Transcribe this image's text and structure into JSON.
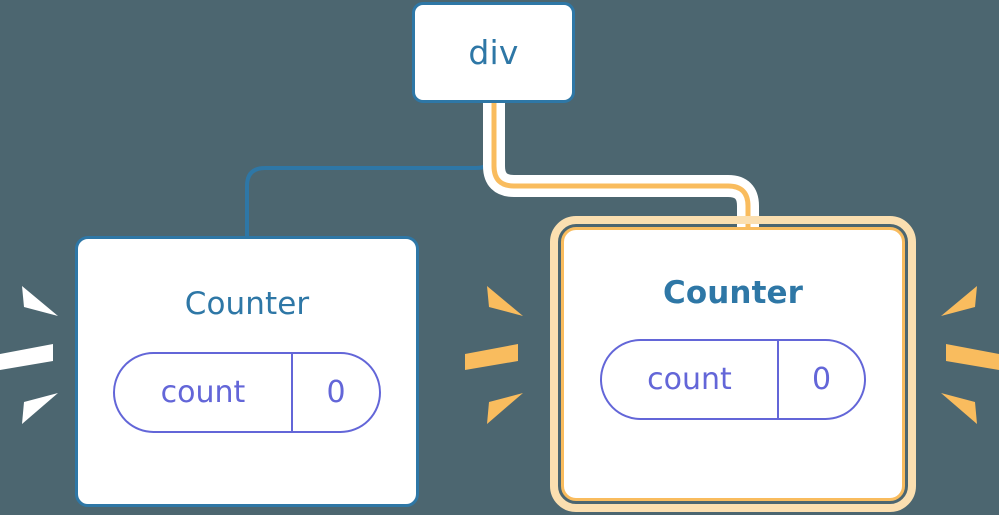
{
  "diagram": {
    "title": "react component tree re-render highlight",
    "background_color": "#4c6670",
    "nodes": [
      {
        "id": "div",
        "label": "div",
        "type": "element",
        "highlighted": false,
        "border_color": "#2e77a6",
        "text_color": "#2e77a6"
      },
      {
        "id": "counter-left",
        "label": "Counter",
        "type": "component",
        "highlighted": false,
        "border_color": "#2e77a6",
        "text_color": "#2e77a6",
        "state": {
          "key": "count",
          "value": "0",
          "color": "#6366d8"
        }
      },
      {
        "id": "counter-right",
        "label": "Counter",
        "type": "component",
        "highlighted": true,
        "border_color": "#f9bc5e",
        "halo_color": "#fbdfb0",
        "text_color": "#2e77a6",
        "state": {
          "key": "count",
          "value": "0",
          "color": "#6366d8"
        }
      }
    ],
    "edges": [
      {
        "id": "edge-div-to-counter-left",
        "from": "div",
        "to": "counter-left",
        "color": "#2e77a6",
        "active": false
      },
      {
        "id": "edge-div-to-counter-right",
        "from": "div",
        "to": "counter-right",
        "color": "#f9bc5e",
        "glow_color": "#ffffff",
        "active": true
      }
    ],
    "sparkles": [
      {
        "id": "sparkle-left-outer",
        "color": "#ffffff",
        "side": "left",
        "count": 3
      },
      {
        "id": "sparkle-middle",
        "color": "#f9bc5e",
        "side": "right-of-left-node",
        "count": 3
      },
      {
        "id": "sparkle-right-outer",
        "color": "#f9bc5e",
        "side": "right",
        "count": 3
      }
    ]
  }
}
